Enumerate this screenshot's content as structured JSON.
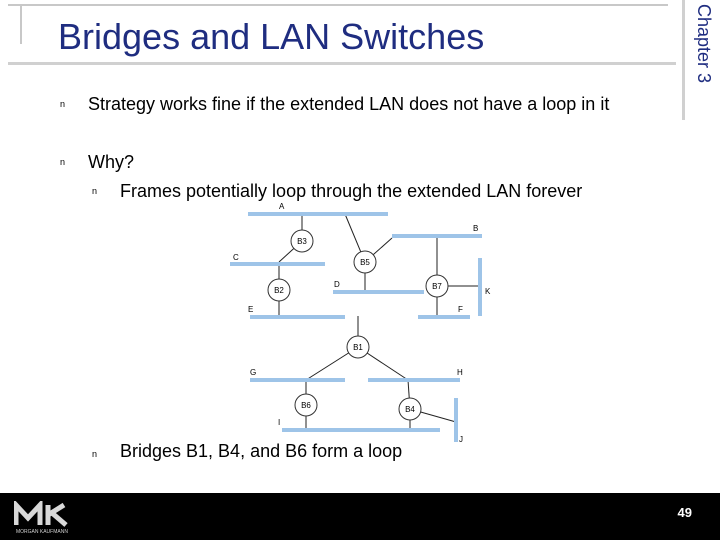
{
  "title": "Bridges and LAN Switches",
  "chapter_label": "Chapter 3",
  "bullets": [
    {
      "marker": "n",
      "text": "Strategy works fine if the extended LAN does not have a loop in it"
    },
    {
      "marker": "n",
      "text": "Why?"
    },
    {
      "marker": "n",
      "text": "Frames potentially loop through the extended LAN forever"
    },
    {
      "marker": "n",
      "text": "Bridges B1, B4, and B6 form a loop"
    }
  ],
  "diagram": {
    "lans": [
      "A",
      "B",
      "C",
      "D",
      "E",
      "F",
      "G",
      "H",
      "I",
      "J",
      "K"
    ],
    "bridges": [
      "B3",
      "B5",
      "B2",
      "B7",
      "B1",
      "B6",
      "B4"
    ]
  },
  "footer": {
    "logo_text": "MK",
    "publisher": "MORGAN KAUFMANN",
    "page_number": "49"
  }
}
